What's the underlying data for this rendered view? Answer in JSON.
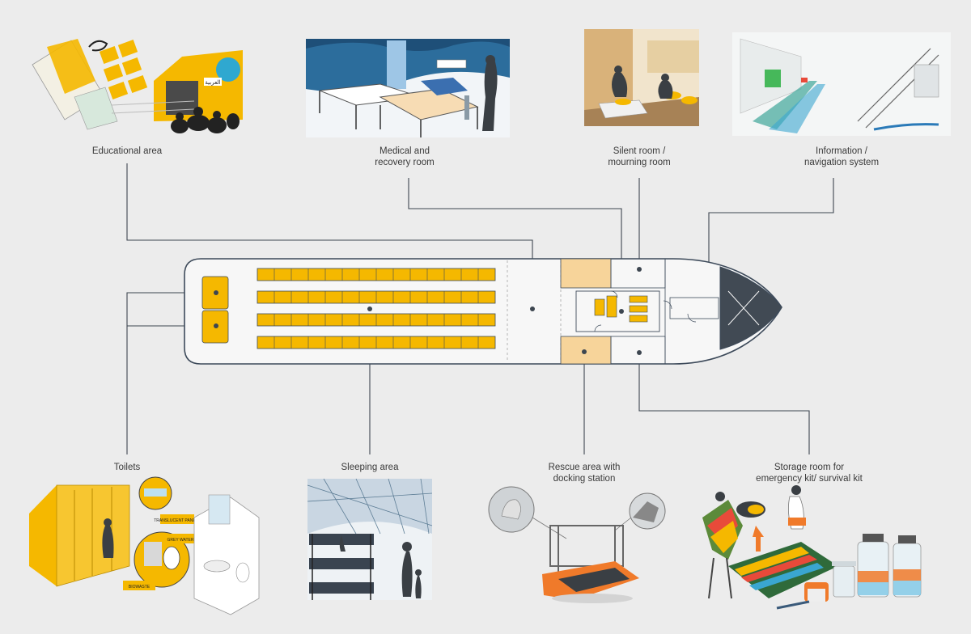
{
  "labels": {
    "educational": [
      "Educational area"
    ],
    "medical": [
      "Medical and",
      "recovery room"
    ],
    "silent": [
      "Silent room /",
      "mourning room"
    ],
    "information": [
      "Information /",
      "navigation system"
    ],
    "toilets": [
      "Toilets"
    ],
    "sleeping": [
      "Sleeping area"
    ],
    "rescue": [
      "Rescue area with",
      "docking station"
    ],
    "storage": [
      "Storage room for",
      "emergency kit/ survival kit"
    ]
  },
  "illustration_text": {
    "sign": "العربية",
    "translucent": "TRANSLUCENT PANELS",
    "greywater": "GREY WATER",
    "biowaste": "BIOWASTE"
  },
  "colors": {
    "yellow": "#f5b800",
    "hull_stroke": "#3d4a5a",
    "deck": "#f7f7f7",
    "bow": "#414a54",
    "line": "#3d4650",
    "orange": "#f07a2a"
  }
}
